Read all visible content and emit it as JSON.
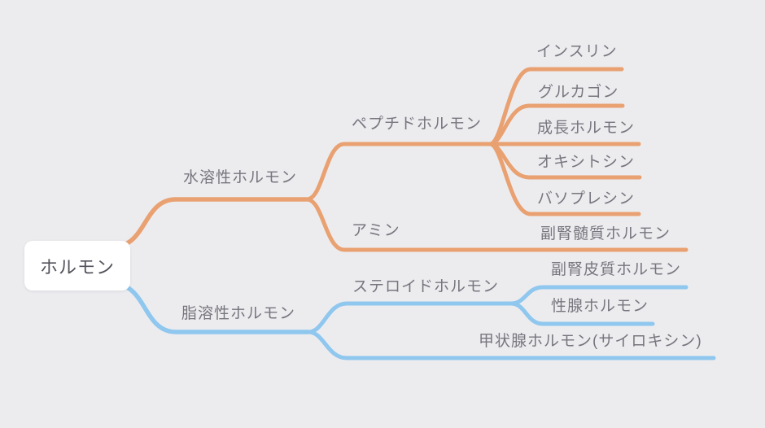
{
  "colors": {
    "background": "#ECECEF",
    "water_soluble_branch": "#E9A171",
    "fat_soluble_branch": "#8FC7EE",
    "root_text": "#53535C",
    "label_text": "#76767E",
    "root_node_fill": "#FFFFFF"
  },
  "mindmap": {
    "root_label": "ホルモン",
    "branches": [
      {
        "label": "水溶性ホルモン",
        "color": "#E9A171",
        "children": [
          {
            "label": "ペプチドホルモン",
            "children": [
              {
                "label": "インスリン"
              },
              {
                "label": "グルカゴン"
              },
              {
                "label": "成長ホルモン"
              },
              {
                "label": "オキシトシン"
              },
              {
                "label": "バソプレシン"
              }
            ]
          },
          {
            "label": "アミン",
            "children": [
              {
                "label": "副腎髄質ホルモン"
              }
            ]
          }
        ]
      },
      {
        "label": "脂溶性ホルモン",
        "color": "#8FC7EE",
        "children": [
          {
            "label": "ステロイドホルモン",
            "children": [
              {
                "label": "副腎皮質ホルモン"
              },
              {
                "label": "性腺ホルモン"
              }
            ]
          },
          {
            "label": "甲状腺ホルモン(サイロキシン)"
          }
        ]
      }
    ]
  }
}
